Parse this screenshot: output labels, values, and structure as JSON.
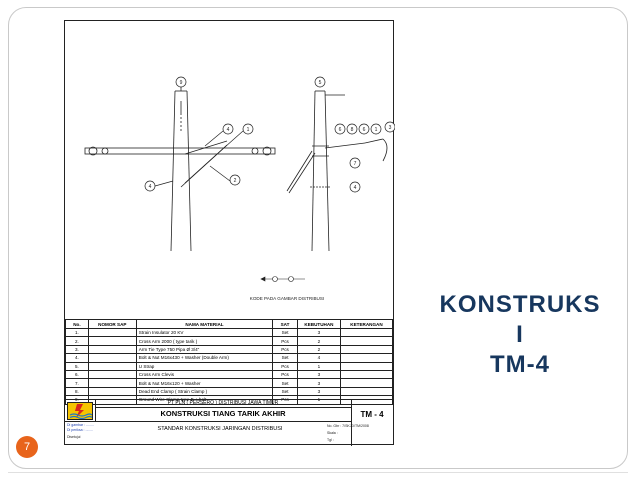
{
  "slide": {
    "title_lines": [
      "KONSTRUKS",
      "I",
      "TM-4"
    ],
    "page_number": "7"
  },
  "drawing": {
    "legend_caption": "KODE PADA GAMBAR DISTRIBUSI",
    "callouts_left": [
      "9",
      "4",
      "1",
      "2",
      "4"
    ],
    "callouts_right": [
      "5",
      "6",
      "8",
      "6",
      "1",
      "3",
      "7",
      "4"
    ],
    "materials_table": {
      "headers": [
        "No.",
        "NOMOR SAP",
        "NAMA MATERIAL",
        "SAT",
        "KEBUTUHAN",
        "KETERANGAN"
      ],
      "rows": [
        {
          "no": "1.",
          "sap": "",
          "name": "Strain Insulator 20 KV",
          "sat": "Set",
          "qty": "3",
          "note": ""
        },
        {
          "no": "2.",
          "sap": "",
          "name": "Cross Arm 2000 ( type tarik )",
          "sat": "Pcs",
          "qty": "2",
          "note": ""
        },
        {
          "no": "3.",
          "sap": "",
          "name": "Arm Tie Type 750 Pipa Ø 3/4\"",
          "sat": "Pcs",
          "qty": "2",
          "note": ""
        },
        {
          "no": "4.",
          "sap": "",
          "name": "Bolt & Nut M16x430 + Washer (Double Arm)",
          "sat": "Set",
          "qty": "4",
          "note": ""
        },
        {
          "no": "5.",
          "sap": "",
          "name": "U Strap",
          "sat": "Pcs",
          "qty": "1",
          "note": ""
        },
        {
          "no": "6.",
          "sap": "",
          "name": "Cross Arm Clevis",
          "sat": "Pcs",
          "qty": "3",
          "note": ""
        },
        {
          "no": "7.",
          "sap": "",
          "name": "Bolt & Nut M16x120 + Washer",
          "sat": "Set",
          "qty": "3",
          "note": ""
        },
        {
          "no": "8.",
          "sap": "",
          "name": "Dead End Clamp ( Strain Clamp )",
          "sat": "Set",
          "qty": "3",
          "note": ""
        },
        {
          "no": "9.",
          "sap": "",
          "name": "Ground Wire Clamp type B + bolt",
          "sat": "Pcs",
          "qty": "1",
          "note": ""
        }
      ]
    },
    "title_block": {
      "company": "PT PLN ( PERSERO ) DISTRIBUSI JAWA TIMUR",
      "title": "KONSTRUKSI TIANG TARIK AKHIR",
      "standard": "STANDAR KONSTRUKSI JARINGAN DISTRIBUSI",
      "code": "TM - 4",
      "small_left_1": "Di gambar : ........",
      "small_left_2": "Di periksa : ........",
      "small_left_3": "Disetujui",
      "meta_1": "No. Gbr : 7/SKJD/TM/2008",
      "meta_2": "Skala :",
      "meta_3": "Tgl :"
    }
  },
  "colors": {
    "title": "#17375e",
    "badge": "#e8641b",
    "logo_red": "#d9261c",
    "logo_yellow": "#f5c400",
    "logo_blue": "#1c78c8"
  }
}
